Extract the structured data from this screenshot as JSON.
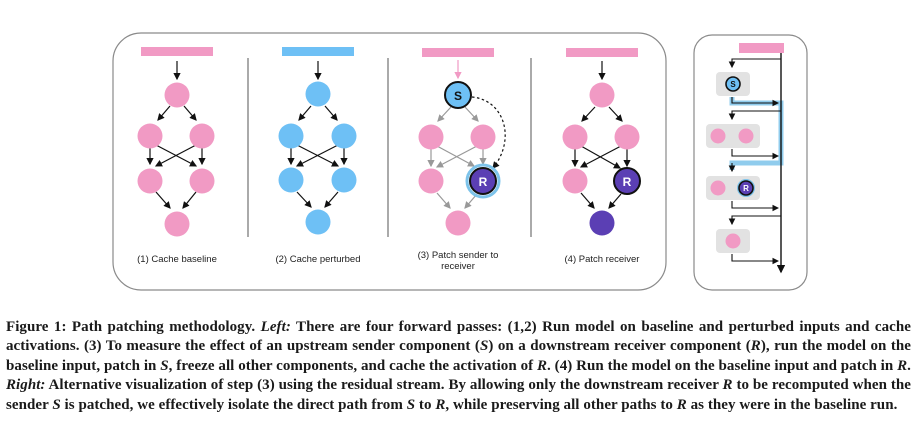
{
  "figure": {
    "panels": [
      {
        "id": "cache-baseline",
        "label": "(1) Cache baseline",
        "input_color": "#f19ac4",
        "node_color": "#f19ac4"
      },
      {
        "id": "cache-perturbed",
        "label": "(2) Cache perturbed",
        "input_color": "#6ec0f5",
        "node_color": "#6ec0f5"
      },
      {
        "id": "patch-sender",
        "label_line1": "(3) Patch sender to",
        "label_line2": "receiver",
        "input_color": "#f19ac4",
        "sender_letter": "S",
        "receiver_letter": "R"
      },
      {
        "id": "patch-receiver",
        "label": "(4) Patch receiver",
        "receiver_letter": "R"
      }
    ],
    "residual": {
      "sender_letter": "S",
      "receiver_letter": "R"
    },
    "colors": {
      "baseline_pink": "#f19ac4",
      "perturbed_blue": "#6ec0f5",
      "receiver_purple": "#5b3fb4",
      "highlight_blue": "#7dc3ea",
      "block_gray": "#e2e2e2"
    }
  },
  "caption": {
    "prefix": "Figure 1: Path patching methodology. ",
    "left_label": "Left:",
    "part1": " There are four forward passes: (1,2) Run model on baseline and perturbed inputs and cache activations. (3) To measure the effect of an upstream sender component (",
    "S1": "S",
    "part2": ") on a downstream receiver component (",
    "R1": "R",
    "part3": "), run the model on the baseline input, patch in ",
    "S2": "S",
    "part4": ", freeze all other components, and cache the activation of ",
    "R2": "R",
    "part5": ". (4) Run the model on the baseline input and patch in ",
    "R3": "R",
    "part6": ". ",
    "right_label": "Right:",
    "part7": " Alternative visualization of step (3) using the residual stream. By allowing only the downstream receiver ",
    "R4": "R",
    "part8": " to be recomputed when the sender ",
    "S3": "S",
    "part9": " is patched, we effectively isolate the direct path from ",
    "S4": "S",
    "part10": " to ",
    "R5": "R",
    "part11": ", while preserving all other paths to ",
    "R6": "R",
    "part12": " as they were in the baseline run."
  }
}
